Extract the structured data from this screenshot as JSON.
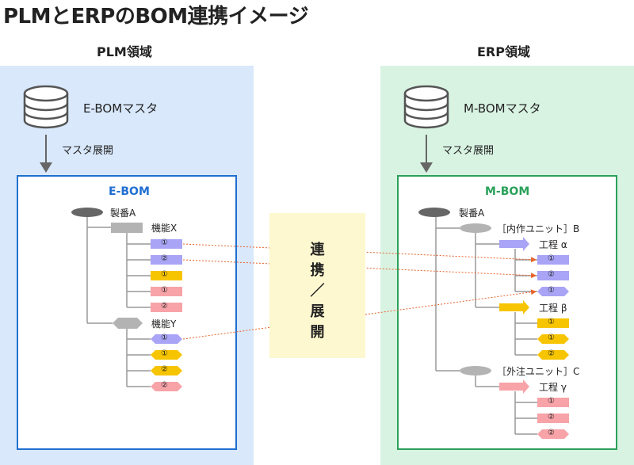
{
  "title": "PLMとERPのBOM連携イメージ",
  "plm": {
    "domain_label": "PLM領域",
    "master_label": "E-BOMマスタ",
    "expand_label": "マスタ展開",
    "bom_title": "E-BOM",
    "product_label": "製番A",
    "function_x_label": "機能X",
    "function_y_label": "機能Y",
    "x_items": [
      "①",
      "②",
      "①",
      "①",
      "②"
    ],
    "y_items": [
      "①",
      "①",
      "②",
      "②"
    ]
  },
  "center": {
    "chars": [
      "連",
      "携",
      "／",
      "展",
      "開"
    ]
  },
  "erp": {
    "domain_label": "ERP領域",
    "master_label": "M-BOMマスタ",
    "expand_label": "マスタ展開",
    "bom_title": "M-BOM",
    "product_label": "製番A",
    "internal_unit_label": "［内作ユニット］B",
    "external_unit_label": "［外注ユニット］C",
    "process_alpha_label": "工程 α",
    "process_beta_label": "工程 β",
    "process_gamma_label": "工程 γ",
    "alpha_items": [
      "①",
      "②",
      "①"
    ],
    "beta_items": [
      "①",
      "①",
      "②"
    ],
    "gamma_items": [
      "①",
      "②",
      "②"
    ]
  },
  "colors": {
    "plm_bg": "#d9e8fb",
    "erp_bg": "#d9f3e3",
    "ebom_border": "#1f6fd0",
    "mbom_border": "#2aa15a",
    "ebom_title": "#1f6fd0",
    "mbom_title": "#2aa15a",
    "purple": "#a9a4f5",
    "yellow": "#f7c400",
    "pink": "#f7a3a8",
    "link_line": "#e8632a",
    "center_bg": "#fdf8cf"
  }
}
